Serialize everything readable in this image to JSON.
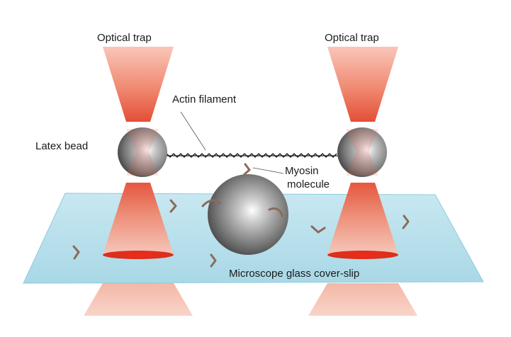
{
  "labels": {
    "optical_trap_left": "Optical trap",
    "optical_trap_right": "Optical trap",
    "actin_filament": "Actin filament",
    "latex_bead": "Latex bead",
    "myosin_line1": "Myosin",
    "myosin_line2": "molecule",
    "coverslip": "Microscope glass cover-slip"
  },
  "colors": {
    "laser_light": "#f6d0c4",
    "laser_core": "#e43a2a",
    "laser_focus": "#f0806a",
    "coverslip_fill": "#bde2ec",
    "coverslip_edge": "#7fc2d6",
    "bead_highlight": "#ffffff",
    "bead_mid": "#9a9a9a",
    "bead_dark": "#4a4a4a",
    "myosin": "#8a6a5a",
    "filament": "#1a1a1a"
  },
  "icons": {
    "bead": "sphere-gradient",
    "myosin": "chevron-shape",
    "filament": "dotted-zigzag-line"
  }
}
